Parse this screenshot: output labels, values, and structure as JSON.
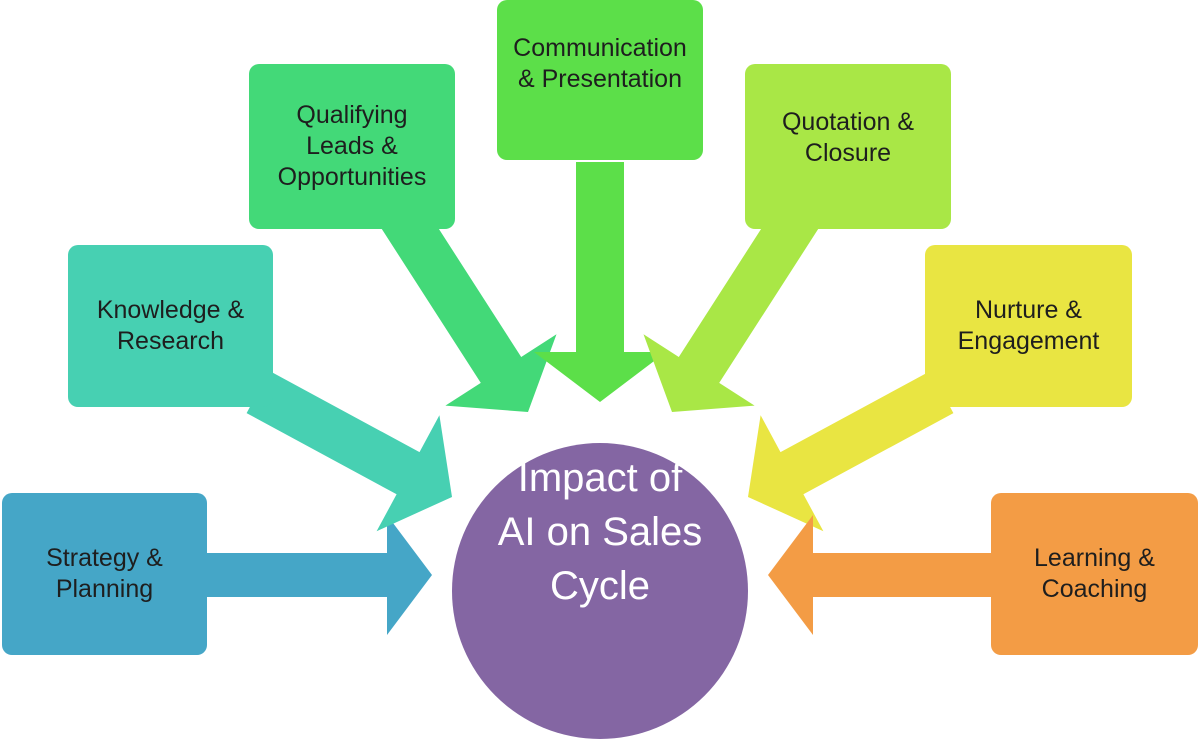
{
  "center": {
    "label": "Impact of\nAI on Sales\nCycle",
    "color": "#8466a3"
  },
  "nodes": [
    {
      "id": "strategy",
      "label": "Strategy &\nPlanning",
      "color": "#45a6c7"
    },
    {
      "id": "knowledge",
      "label": "Knowledge &\nResearch",
      "color": "#47d0b2"
    },
    {
      "id": "qualifying",
      "label": "Qualifying\nLeads &\nOpportunities",
      "color": "#43d978"
    },
    {
      "id": "communication",
      "label": "Communication\n& Presentation",
      "color": "#5cdf49"
    },
    {
      "id": "quotation",
      "label": "Quotation &\nClosure",
      "color": "#a9e746"
    },
    {
      "id": "nurture",
      "label": "Nurture &\nEngagement",
      "color": "#e9e542"
    },
    {
      "id": "learning",
      "label": "Learning &\nCoaching",
      "color": "#f39c45"
    }
  ]
}
